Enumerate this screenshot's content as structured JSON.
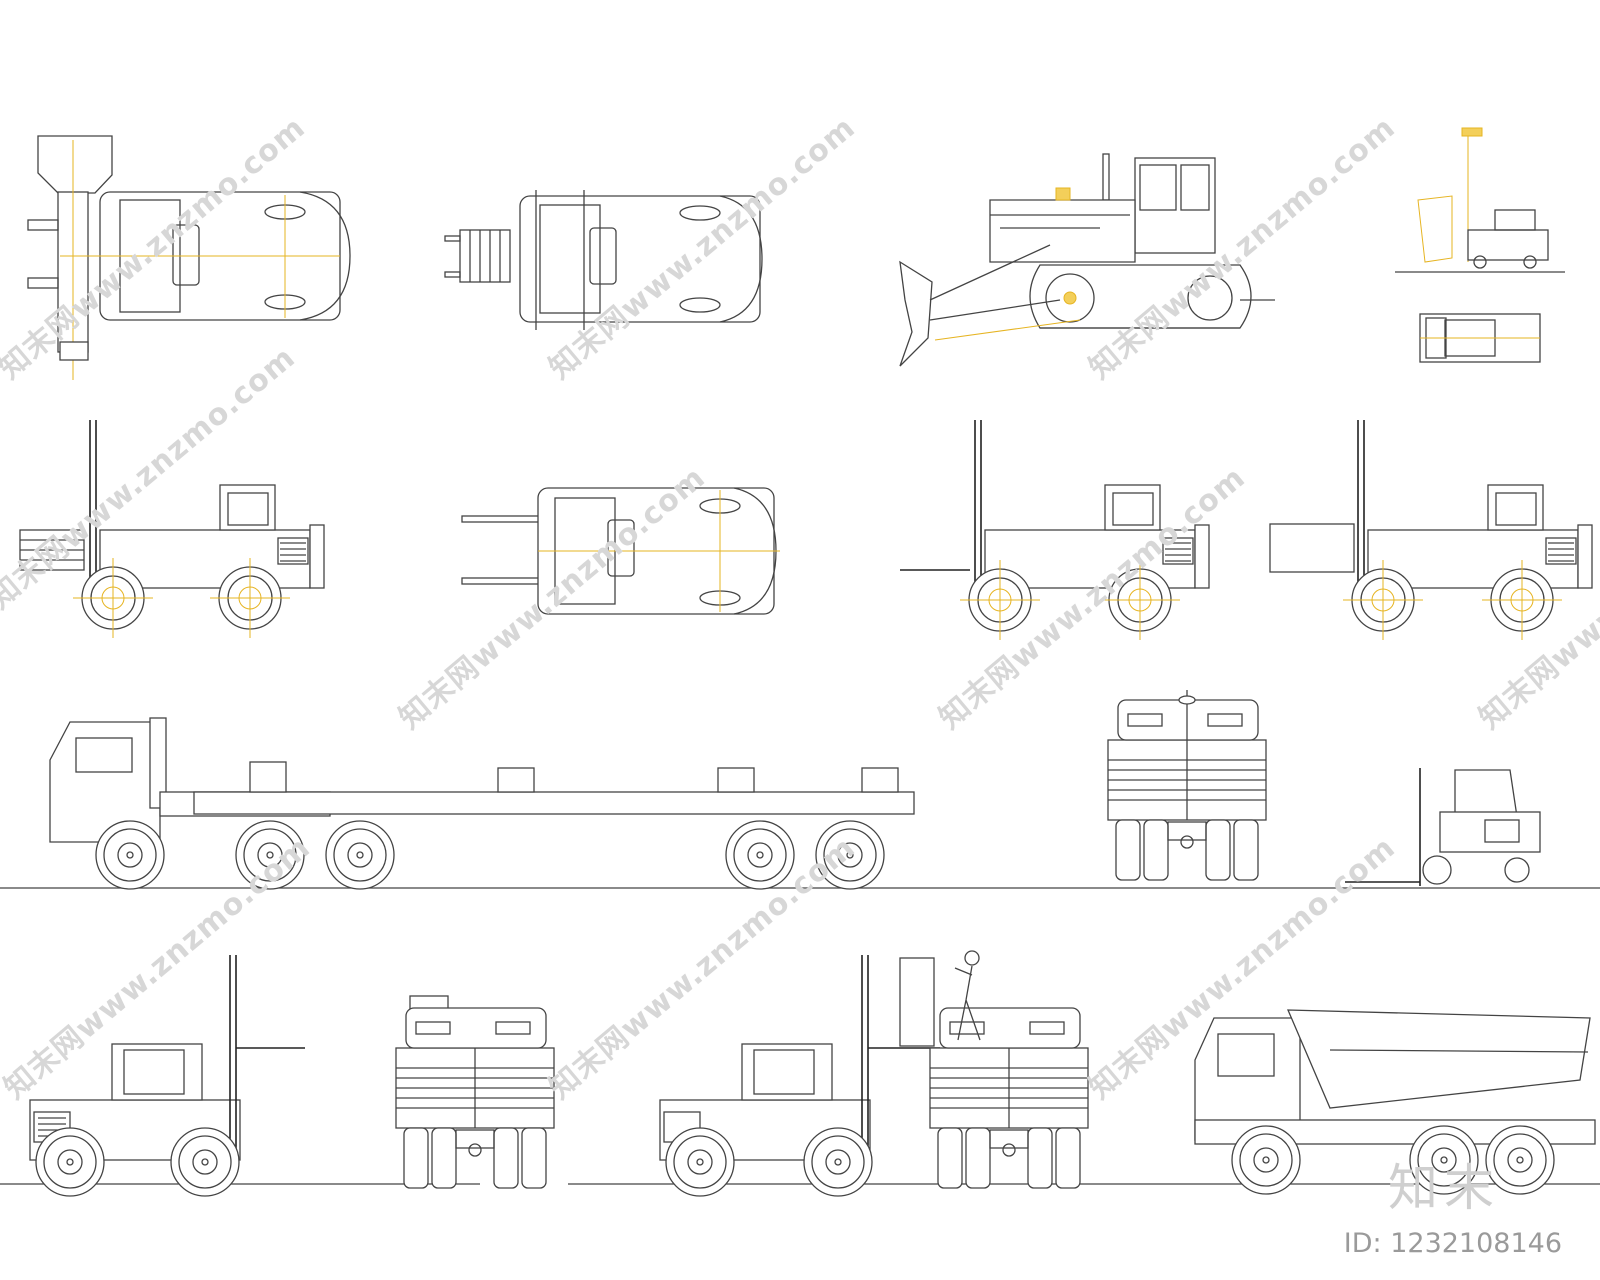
{
  "watermark": {
    "text": "知末网www.znzmo.com"
  },
  "brand": {
    "logo_text": "知末"
  },
  "image_id": {
    "label": "ID: 1232108146"
  },
  "colors": {
    "linework": "#444444",
    "centerlines": "#e6b422",
    "watermark": "#d7d7d7",
    "id_text": "#9a9a9a"
  },
  "drawings": [
    "loader-plan-view",
    "forklift-plan-view-a",
    "bulldozer-side-elevation",
    "small-forklift-elevation",
    "small-forklift-plan",
    "forklift-with-bricks-elevation",
    "forklift-plan-view-b",
    "forklift-empty-elevation",
    "forklift-with-crate-elevation",
    "flatbed-truck-trailer-elevation",
    "truck-rear-elevation",
    "compact-forklift-elevation",
    "forklift-raised-elevation",
    "truck-rear-loaded-elevation",
    "forklift-loading-truck-scene",
    "dump-truck-elevation"
  ]
}
